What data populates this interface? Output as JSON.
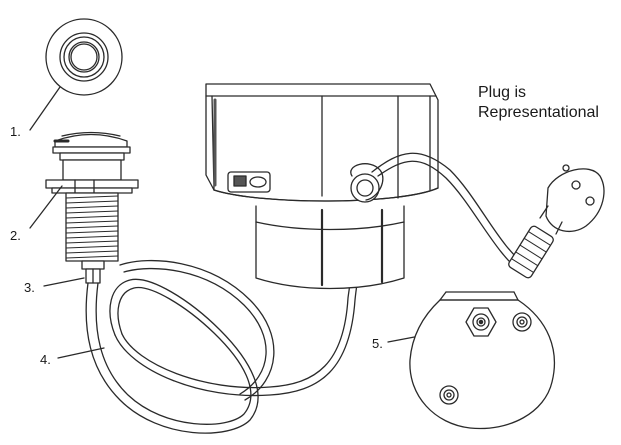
{
  "note": {
    "line1": "Plug is",
    "line2": "Representational"
  },
  "callouts": [
    {
      "label": "1."
    },
    {
      "label": "2."
    },
    {
      "label": "3."
    },
    {
      "label": "4."
    },
    {
      "label": "5."
    }
  ],
  "colors": {
    "stroke": "#2a2a2a",
    "shade": "#d9d9d9",
    "dark": "#555555",
    "background": "#ffffff"
  }
}
